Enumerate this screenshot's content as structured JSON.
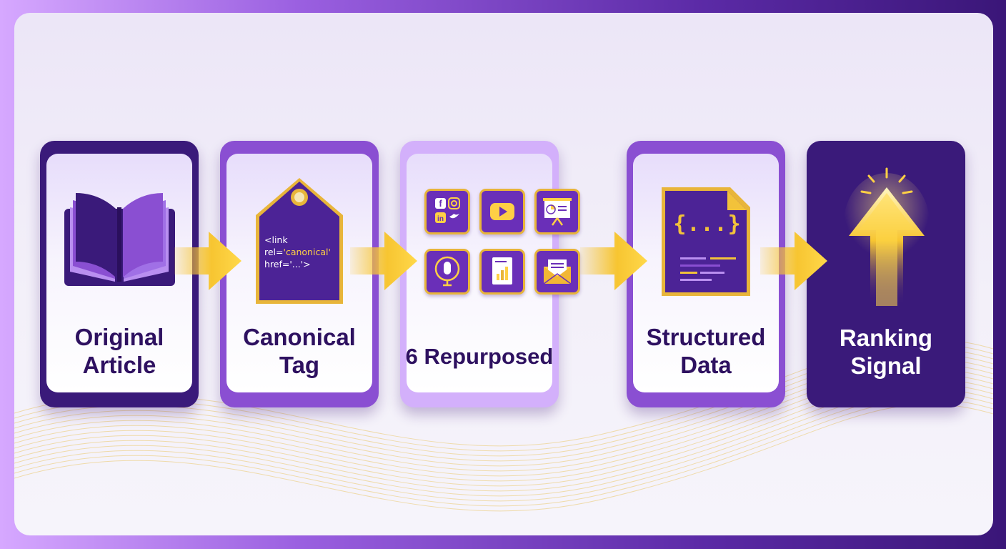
{
  "steps": [
    {
      "label_line1": "Original",
      "label_line2": "Article",
      "icon": "open-book-icon"
    },
    {
      "label_line1": "Canonical",
      "label_line2": "Tag",
      "icon": "price-tag-icon",
      "code": {
        "line1": "<link",
        "line2_prefix": "rel=",
        "line2_value": "'canonical'",
        "line3": "href='...'>"
      }
    },
    {
      "label": "6 Repurposed",
      "icons": [
        "social-media-icon",
        "video-play-icon",
        "presentation-icon",
        "podcast-mic-icon",
        "report-chart-icon",
        "email-newsletter-icon"
      ]
    },
    {
      "label_line1": "Structured",
      "label_line2": "Data",
      "icon": "json-document-icon",
      "code_text": "{...}"
    },
    {
      "label_line1": "Ranking",
      "label_line2": "Signal",
      "icon": "glowing-up-arrow-icon"
    }
  ],
  "colors": {
    "deep_purple": "#3a1a7a",
    "mid_purple": "#8a4fd2",
    "light_purple": "#d3b0fb",
    "gold": "#f2c23a"
  }
}
